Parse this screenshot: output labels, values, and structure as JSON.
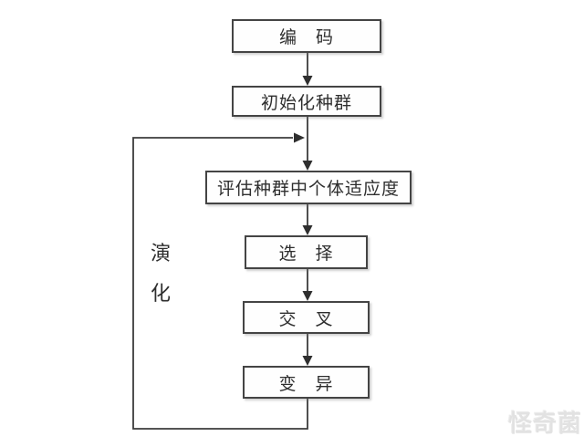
{
  "diagram": {
    "nodes": [
      {
        "id": "encoding",
        "label": "编　码"
      },
      {
        "id": "init",
        "label": "初始化种群"
      },
      {
        "id": "evaluate",
        "label": "评估种群中个体适应度"
      },
      {
        "id": "selection",
        "label": "选　择"
      },
      {
        "id": "crossover",
        "label": "交　叉"
      },
      {
        "id": "mutation",
        "label": "变　异"
      }
    ],
    "loop_label": "演\n化",
    "watermark": "怪奇菌",
    "colors": {
      "line": "#3c3c3c",
      "box_border": "#444444",
      "text": "#2e2e2e",
      "watermark": "#e2e2e2",
      "background": "#ffffff"
    }
  }
}
